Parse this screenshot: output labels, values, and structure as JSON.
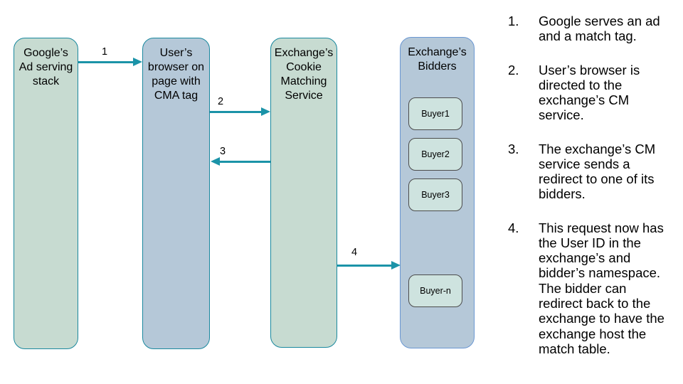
{
  "diagram": {
    "nodes": [
      {
        "id": "google_stack",
        "label": "Google’s\nAd serving\nstack",
        "fill": "#c7dbd1",
        "border": "#19889e"
      },
      {
        "id": "browser",
        "label": "User’s\nbrowser on\npage with\nCMA tag",
        "fill": "#b5c8d8",
        "border": "#19889e"
      },
      {
        "id": "cm_service",
        "label": "Exchange’s\nCookie\nMatching\nService",
        "fill": "#c7dbd1",
        "border": "#19889e"
      },
      {
        "id": "bidders",
        "label": "Exchange’s\nBidders",
        "fill": "#b5c8d8",
        "border": "#6a97d2",
        "children": [
          {
            "label": "Buyer1",
            "fill": "#cee3df",
            "border": "#4c4c4c"
          },
          {
            "label": "Buyer2",
            "fill": "#cee3df",
            "border": "#4c4c4c"
          },
          {
            "label": "Buyer3",
            "fill": "#cee3df",
            "border": "#4c4c4c"
          },
          {
            "label": "Buyer-n",
            "fill": "#cee3df",
            "border": "#4c4c4c"
          }
        ]
      }
    ],
    "arrows": [
      {
        "label": "1",
        "from": "google_stack",
        "to": "browser",
        "direction": "right"
      },
      {
        "label": "2",
        "from": "browser",
        "to": "cm_service",
        "direction": "right"
      },
      {
        "label": "3",
        "from": "cm_service",
        "to": "browser",
        "direction": "left"
      },
      {
        "label": "4",
        "from": "cm_service",
        "to": "bidders",
        "direction": "right"
      }
    ],
    "arrow_color": "#1b93a8"
  },
  "steps": [
    {
      "number": "1.",
      "text": "Google serves an ad\nand a match tag."
    },
    {
      "number": "2.",
      "text": "User’s browser is\ndirected to the\nexchange’s CM\nservice."
    },
    {
      "number": "3.",
      "text": "The exchange’s CM\nservice sends a\nredirect to one of its\nbidders."
    },
    {
      "number": "4.",
      "text": "This request now has\nthe User ID in the\nexchange’s and\nbidder’s namespace.\nThe bidder can\nredirect back to the\nexchange to have the\nexchange host the\nmatch table."
    }
  ]
}
